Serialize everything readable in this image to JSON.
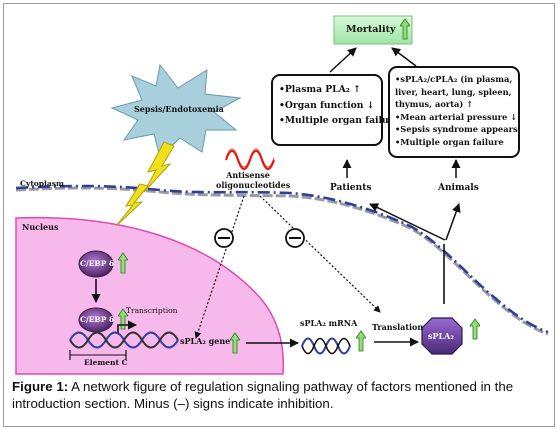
{
  "labels": {
    "mortality": "Mortality",
    "sepsis": "Sepsis/Endotoxemia",
    "antisense": "Antisense\noligonucleotides",
    "patients": "Patients",
    "animals": "Animals",
    "cytoplasm": "Cytoplasm",
    "nucleus": "Nucleus",
    "cebp_top": "C/EBP δ",
    "cebp_bottom": "C/EBP δ",
    "transcription": "Transcription",
    "element_c": "Element C",
    "spla2_gene": "sPLA₂ gene",
    "spla2_mrna": "sPLA₂ mRNA",
    "translation": "Translation",
    "spla2_protein": "sPLA₂"
  },
  "patients_box": [
    "•Plasma PLA₂ ↑",
    "•Organ function ↓",
    "•Multiple organ failure"
  ],
  "animals_box": [
    "•sPLA₂/cPLA₂ (in plasma,",
    "liver, heart, lung, spleen,",
    "thymus, aorta) ↑",
    "•Mean arterial pressure ↓",
    "•Sepsis syndrome appears",
    "•Multiple organ failure"
  ],
  "caption": {
    "prefix": "Figure 1:",
    "text": " A network figure of regulation signaling pathway of factors mentioned in the introduction section. Minus (–) signs indicate inhibition."
  },
  "colors": {
    "membrane_blue": "#2e3f9a",
    "membrane_gray": "#9a9aa6",
    "nucleus_fill": "#f7b8ec",
    "nucleus_stroke": "#e04ab4",
    "star_fill": "#a8d0dc",
    "bolt_fill": "#f2e01a",
    "mortality_fill": "#b9f0bc",
    "up_arrow_fill": "#8fe07a",
    "cebp_fill": "#6a3d85",
    "protein_fill": "#7a4aa8",
    "antisense_red": "#e01818"
  }
}
